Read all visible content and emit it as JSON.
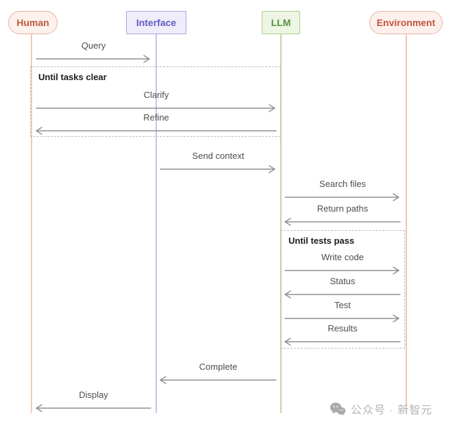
{
  "actors": [
    {
      "label": "Human",
      "shape": "stadium",
      "fill": "#fcf1ec",
      "border": "#e6b19c",
      "text": "#bb5a3c",
      "lifeline": "#f2c8b5"
    },
    {
      "label": "Interface",
      "shape": "rect",
      "fill": "#efedfa",
      "border": "#a8a2e2",
      "text": "#615ac6",
      "lifeline": "#c7c3ed"
    },
    {
      "label": "LLM",
      "shape": "rect",
      "fill": "#edf5e5",
      "border": "#a9cf8a",
      "text": "#55913a",
      "lifeline": "#bcd8a3"
    },
    {
      "label": "Environment",
      "shape": "stadium",
      "fill": "#fdf0ec",
      "border": "#e9b3a2",
      "text": "#c1533b",
      "lifeline": "#f1c3b2"
    }
  ],
  "loops": [
    {
      "label": "Until tasks clear"
    },
    {
      "label": "Until tests pass"
    }
  ],
  "messages": [
    {
      "label": "Query",
      "from": "Human",
      "to": "Interface",
      "direction": "right"
    },
    {
      "label": "Clarify",
      "from": "Human",
      "to": "LLM",
      "direction": "right"
    },
    {
      "label": "Refine",
      "from": "LLM",
      "to": "Human",
      "direction": "left"
    },
    {
      "label": "Send context",
      "from": "Interface",
      "to": "LLM",
      "direction": "right"
    },
    {
      "label": "Search files",
      "from": "LLM",
      "to": "Environment",
      "direction": "right"
    },
    {
      "label": "Return paths",
      "from": "Environment",
      "to": "LLM",
      "direction": "left"
    },
    {
      "label": "Write code",
      "from": "LLM",
      "to": "Environment",
      "direction": "right"
    },
    {
      "label": "Status",
      "from": "Environment",
      "to": "LLM",
      "direction": "left"
    },
    {
      "label": "Test",
      "from": "LLM",
      "to": "Environment",
      "direction": "right"
    },
    {
      "label": "Results",
      "from": "Environment",
      "to": "LLM",
      "direction": "left"
    },
    {
      "label": "Complete",
      "from": "LLM",
      "to": "Interface",
      "direction": "left"
    },
    {
      "label": "Display",
      "from": "Interface",
      "to": "Human",
      "direction": "left"
    }
  ],
  "watermark": {
    "text": "公众号 · 新智元",
    "icon": "wechat-icon",
    "color": "#b5b5b5"
  },
  "colors": {
    "arrow": "#8f8f8f",
    "message_text": "#4d4d4d",
    "loop_border": "#bdbdb4",
    "loop_label_text": "#1c1c1c",
    "background": "#ffffff"
  }
}
